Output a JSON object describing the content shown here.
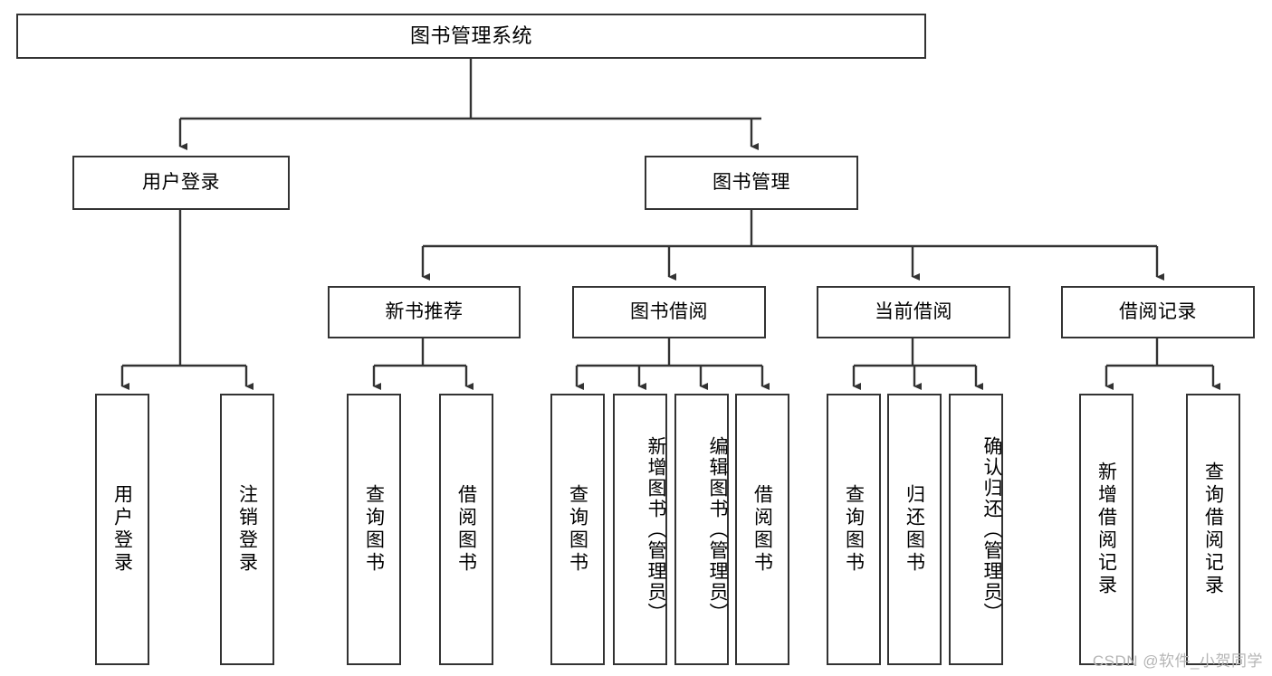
{
  "diagram": {
    "title": "图书管理系统",
    "type": "tree-hierarchy-chart",
    "watermark": "CSDN @软件_小贺同学",
    "colors": {
      "box_border": "#333333",
      "box_fill": "#ffffff",
      "edge": "#333333",
      "text": "#000000",
      "watermark": "#b5b5b5",
      "background": "#ffffff"
    },
    "nodes": {
      "root": {
        "label": "图书管理系统"
      },
      "level2": [
        {
          "label": "用户登录"
        },
        {
          "label": "图书管理"
        }
      ],
      "level3": [
        {
          "label": "新书推荐"
        },
        {
          "label": "图书借阅"
        },
        {
          "label": "当前借阅"
        },
        {
          "label": "借阅记录"
        }
      ],
      "leaves": {
        "user_login": [
          {
            "label": "用户登录"
          },
          {
            "label": "注销登录"
          }
        ],
        "new_book_recommend": [
          {
            "label": "查询图书"
          },
          {
            "label": "借阅图书"
          }
        ],
        "book_borrow": [
          {
            "label": "查询图书"
          },
          {
            "label": "新增图书（管理员）"
          },
          {
            "label": "编辑图书（管理员）"
          },
          {
            "label": "借阅图书"
          }
        ],
        "current_borrow": [
          {
            "label": "查询图书"
          },
          {
            "label": "归还图书"
          },
          {
            "label": "确认归还（管理员）"
          }
        ],
        "borrow_record": [
          {
            "label": "新增借阅记录"
          },
          {
            "label": "查询借阅记录"
          }
        ]
      }
    }
  }
}
